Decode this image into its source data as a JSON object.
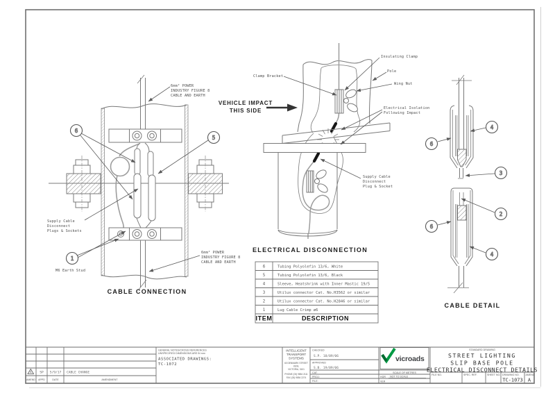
{
  "titles": {
    "left": "CABLE CONNECTION",
    "middle": "ELECTRICAL DISCONNECTION",
    "right": "CABLE DETAIL"
  },
  "left": {
    "fig8_top": [
      "6mm² POWER",
      "INDUSTRY FIGURE 8",
      "CABLE AND EARTH"
    ],
    "fig8_bottom": [
      "6mm² POWER",
      "INDUSTRY FIGURE 8",
      "CABLE AND EARTH"
    ],
    "supply": [
      "Supply Cable",
      "Disconnect",
      "Plugs & Sockets"
    ],
    "earth_stud": "M6 Earth Stud",
    "c6": "6",
    "c5": "5",
    "c1": "1"
  },
  "middle": {
    "clamp_bracket": "Clamp Bracket",
    "insulating_clamp": "Insulating Clamp",
    "pole": "Pole",
    "wing_nut": "Wing Nut",
    "iso": [
      "Electrical Isolation",
      "Following Impact"
    ],
    "supply": [
      "Supply Cable",
      "Disconnect",
      "Plug & Socket"
    ],
    "impact": [
      "VEHICLE IMPACT",
      "THIS SIDE"
    ]
  },
  "right": {
    "c_top": [
      "4",
      "6",
      "3"
    ],
    "c_bot": [
      "2",
      "6",
      "4"
    ]
  },
  "parts": {
    "head_item": "ITEM",
    "head_desc": "DESCRIPTION",
    "rows": [
      {
        "item": "6",
        "desc": "Tubing Polyolefin 13/6, White"
      },
      {
        "item": "5",
        "desc": "Tubing Polyolefin 13/6, Black"
      },
      {
        "item": "4",
        "desc": "Sleeve, Heatshrink with Inner Mastic 19/5"
      },
      {
        "item": "3",
        "desc": "Utilux connector Cat. No.H3562 or similar"
      },
      {
        "item": "2",
        "desc": "Utilux connector Cat. No.H2846 or similar"
      },
      {
        "item": "1",
        "desc": "Lug Cable Crimp ø6"
      }
    ]
  },
  "tb": {
    "rev": {
      "amend": "A",
      "appd": "SP",
      "date": "5/9/17",
      "amendment": "CABLE CHANGE",
      "l_amend": "AMEND",
      "l_appd": "APPD",
      "l_date": "DATE",
      "l_amendment": "AMENDMENT"
    },
    "notes": {
      "n1": "GENERAL NOTES/CROSS REFERENCES",
      "n2": "UNSPECIFIED DIMENSIONS ARE IN mm",
      "assoc": "ASSOCIATED DRAWINGS:",
      "assoc_no": "TC-1072"
    },
    "org": {
      "name1": "INTELLIGENT",
      "name2": "TRANSPORT",
      "name3": "SYSTEMS",
      "a1": "60 DENMARK STREET",
      "a2": "KEW,",
      "a3": "VICTORIA, 3101",
      "a4": "PHONE (03) 9854 2111",
      "a5": "FAX (03) 9854 2274"
    },
    "appr": {
      "checked": "CHECKED",
      "checked_v": "S.P. 18/09/06",
      "approved": "APPROVED",
      "approved_v": "S.B. 19/09/06",
      "cat": "CAT:",
      "proj": "PROJ:",
      "file": "FILE:"
    },
    "logo_text": "vicroads",
    "scale": {
      "title": "SCALE OF METRES",
      "hor": "HOR",
      "ver": "VER",
      "value": "NOT TO SCALE"
    },
    "titles": {
      "standard": "STANDARD DRAWING",
      "t1": "STREET LIGHTING",
      "t2": "SLIP BASE POLE",
      "t3": "ELECTRICAL DISCONNECT DETAILS"
    },
    "refs": {
      "file_no": "FILE NO.",
      "spec_ref": "SPEC. REF.",
      "sheet_no": "SHEET NO.",
      "drawing_no_l": "DRAWING NO.",
      "drawing_no": "TC-1073",
      "amend_l": "AMEND",
      "amend_v": "A"
    },
    "colors": {
      "logo_green": "#009a44",
      "logo_green_dark": "#006b30"
    }
  }
}
